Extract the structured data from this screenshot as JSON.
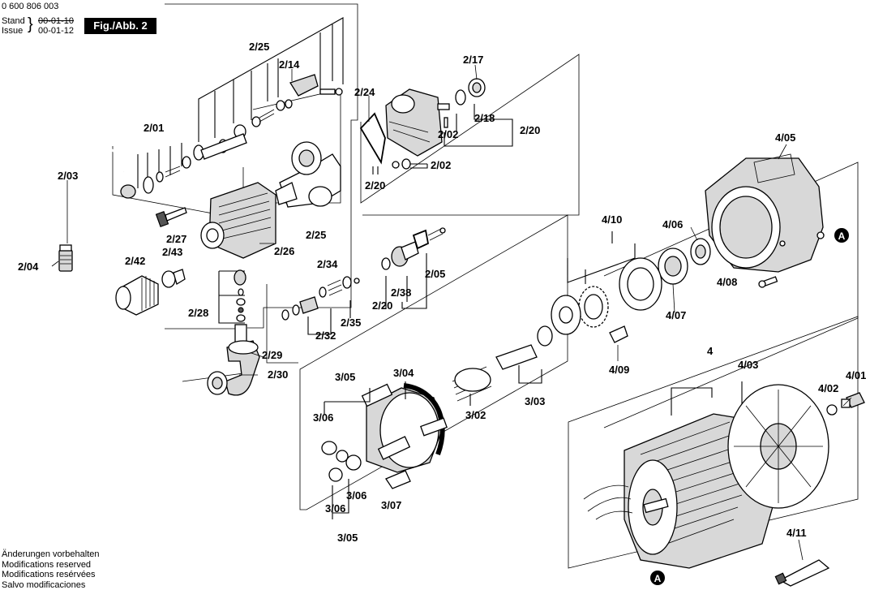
{
  "header": {
    "doc_number": "0 600 806 003",
    "stand_label": "Stand",
    "stand_date_struck": "00-01-10",
    "issue_label": "Issue",
    "issue_date": "00-01-12",
    "figure_badge": "Fig./Abb. 2"
  },
  "footer": {
    "lines": [
      "Änderungen vorbehalten",
      "Modifications reserved",
      "Modifications resérvées",
      "Salvo modificaciones"
    ]
  },
  "part_labels": {
    "p_2_25_top": "2/25",
    "p_2_14": "2/14",
    "p_2_24": "2/24",
    "p_2_17": "2/17",
    "p_2_01": "2/01",
    "p_2_18": "2/18",
    "p_2_20_right": "2/20",
    "p_2_02_a": "2/02",
    "p_2_02_b": "2/02",
    "p_2_03": "2/03",
    "p_2_20_mid": "2/20",
    "p_2_25_bottom": "2/25",
    "p_2_27": "2/27",
    "p_2_26": "2/26",
    "p_2_04": "2/04",
    "p_2_42": "2/42",
    "p_2_43": "2/43",
    "p_2_34": "2/34",
    "p_2_05": "2/05",
    "p_2_38": "2/38",
    "p_2_20_low": "2/20",
    "p_2_28": "2/28",
    "p_2_32": "2/32",
    "p_2_35": "2/35",
    "p_2_29": "2/29",
    "p_2_30": "2/30",
    "p_4_05": "4/05",
    "p_4_10": "4/10",
    "p_4_06": "4/06",
    "p_4_07": "4/07",
    "p_4_08": "4/08",
    "p_4_09": "4/09",
    "p_3_05_top": "3/05",
    "p_3_04": "3/04",
    "p_3_06_a": "3/06",
    "p_3_02": "3/02",
    "p_3_03": "3/03",
    "p_3_06_b": "3/06",
    "p_3_06_c": "3/06",
    "p_3_07": "3/07",
    "p_3_05_bottom": "3/05",
    "p_4": "4",
    "p_4_03": "4/03",
    "p_4_01": "4/01",
    "p_4_02": "4/02",
    "p_4_11": "4/11",
    "ref_a_top": "A",
    "ref_a_bottom": "A"
  }
}
